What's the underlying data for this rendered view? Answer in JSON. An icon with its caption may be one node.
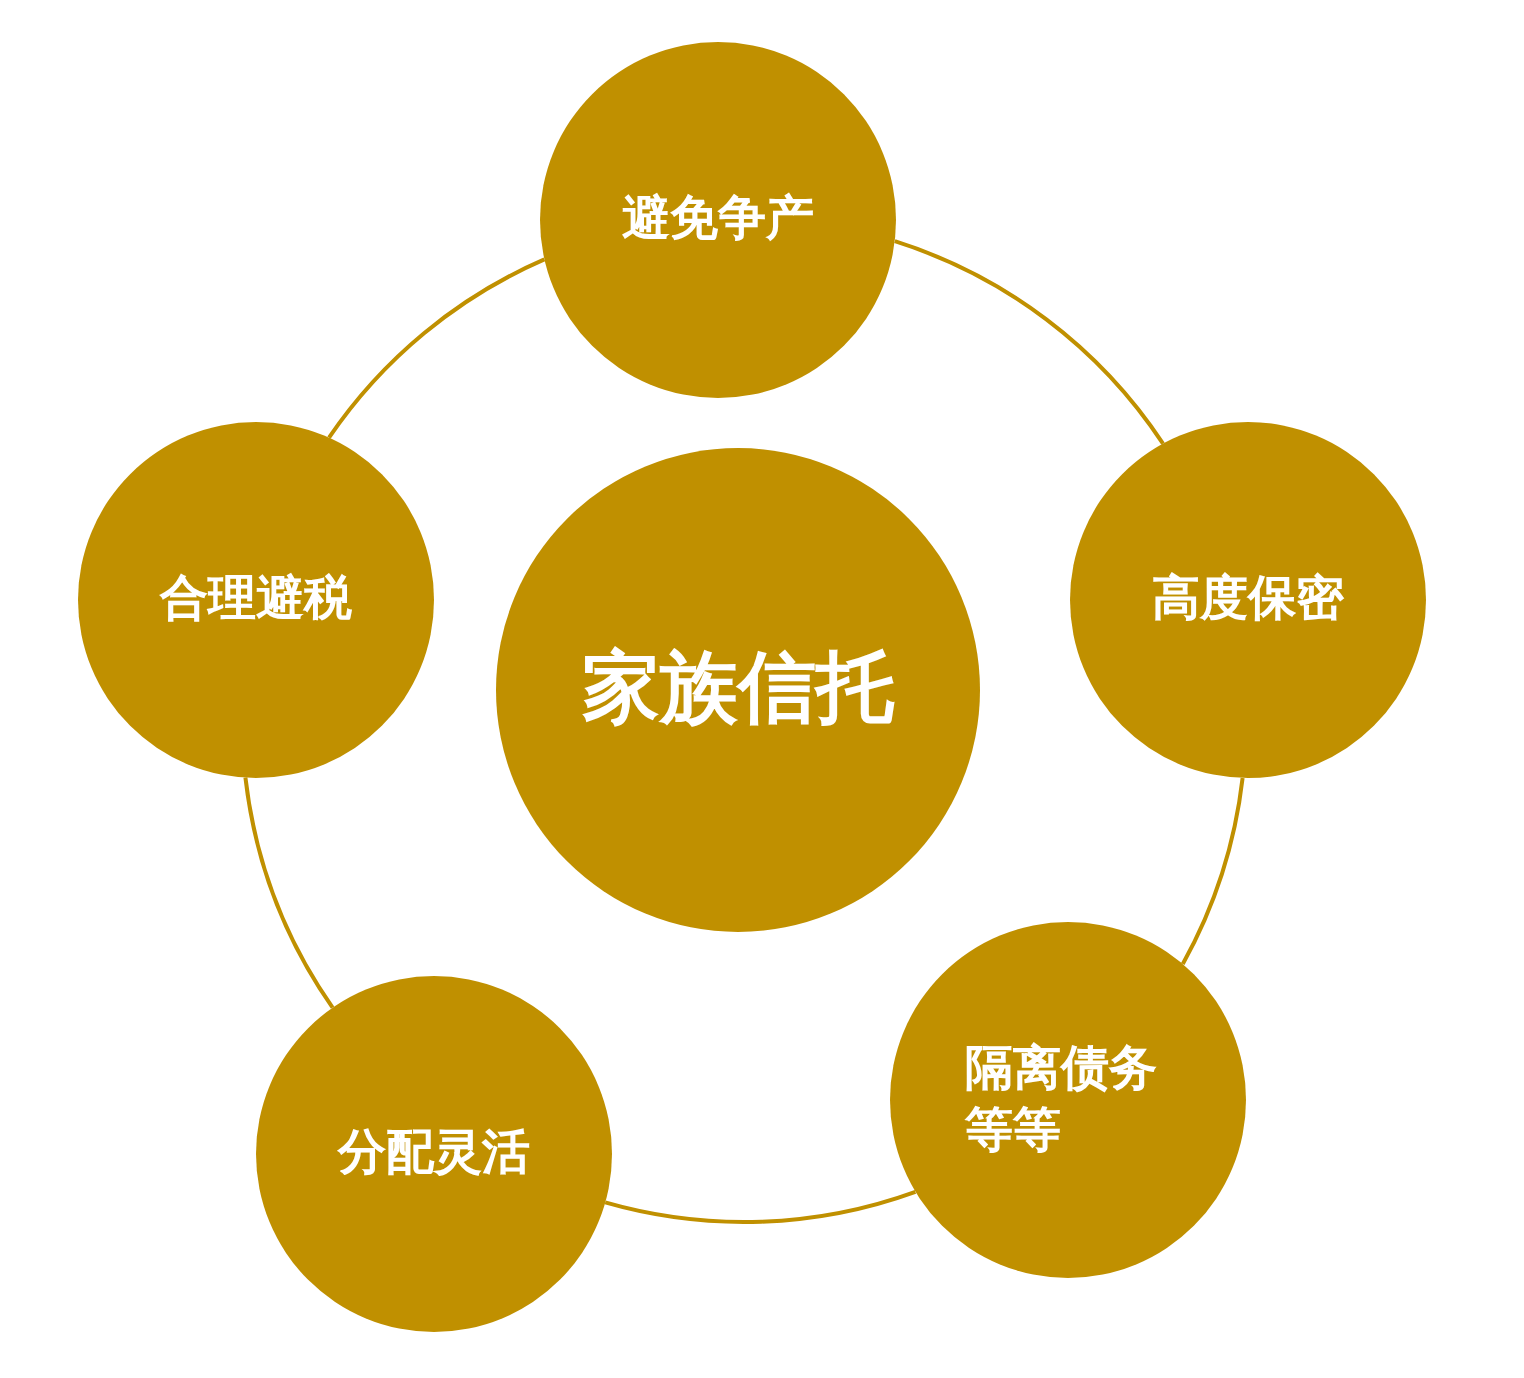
{
  "diagram": {
    "nodes": [
      {
        "text": [
          "家族信托"
        ]
      },
      {
        "text": [
          "避免争产"
        ]
      },
      {
        "text": [
          "高度保密"
        ]
      },
      {
        "text": [
          "隔离债务等等"
        ]
      },
      {
        "text": [
          "分配灵活"
        ]
      },
      {
        "text": [
          "合理避税"
        ]
      }
    ],
    "edges": [
      {
        "from": 1,
        "to": 2,
        "arrow": "none"
      },
      {
        "from": 2,
        "to": 3,
        "arrow": "none"
      },
      {
        "from": 3,
        "to": 4,
        "arrow": "none"
      },
      {
        "from": 4,
        "to": 5,
        "arrow": "none"
      },
      {
        "from": 5,
        "to": 1,
        "arrow": "none"
      }
    ]
  }
}
